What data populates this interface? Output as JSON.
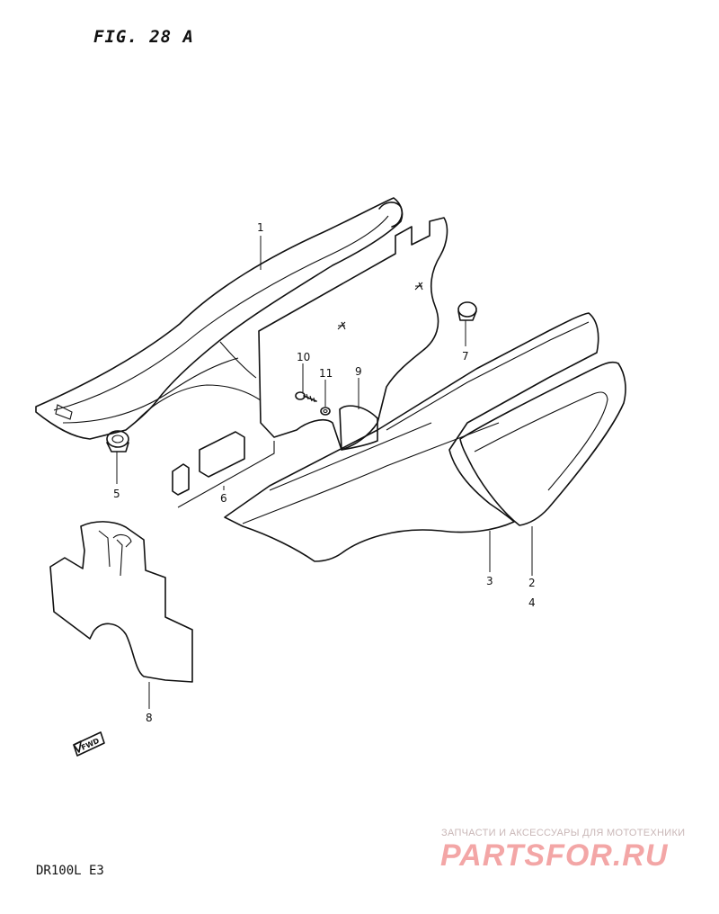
{
  "figure": {
    "title": "FIG. 28 A"
  },
  "model": {
    "code": "DR100L E3"
  },
  "watermark": {
    "tagline": "ЗАПЧАСТИ И АКСЕССУАРЫ ДЛЯ МОТОТЕХНИКИ",
    "brand": "PARTSFOR.RU"
  },
  "callouts": {
    "c1": "1",
    "c2": "2",
    "c4": "4",
    "c3": "3",
    "c5": "5",
    "c6": "6",
    "c7": "7",
    "c8": "8",
    "c9": "9",
    "c10": "10",
    "c11": "11"
  },
  "fwd_marker": {
    "text": "FWD"
  }
}
